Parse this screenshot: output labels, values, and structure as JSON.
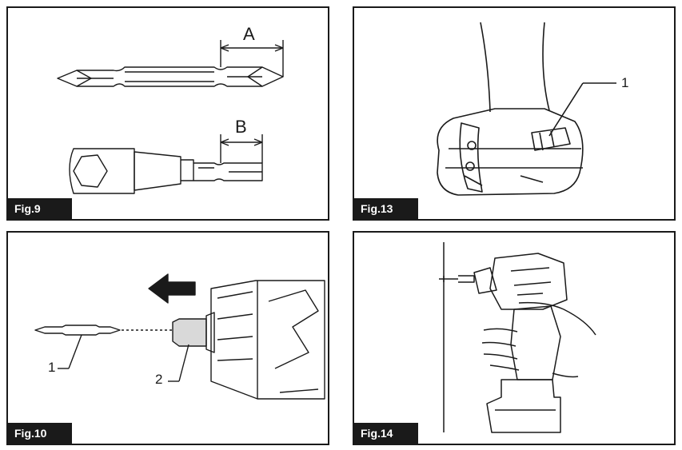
{
  "figures": {
    "fig9": {
      "label": "Fig.9",
      "dim_a": "A",
      "dim_b": "B"
    },
    "fig10": {
      "label": "Fig.10",
      "callout_1": "1",
      "callout_2": "2"
    },
    "fig13": {
      "label": "Fig.13",
      "callout_1": "1"
    },
    "fig14": {
      "label": "Fig.14"
    }
  }
}
